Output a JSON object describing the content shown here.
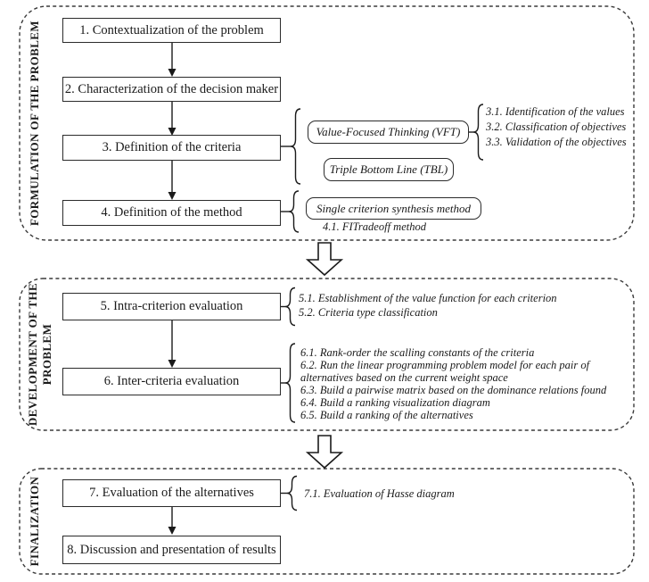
{
  "colors": {
    "line": "#1a1a1a",
    "background": "#ffffff"
  },
  "sections": {
    "formulation": {
      "title": "FORMULATION OF THE PROBLEM",
      "step1": "1. Contextualization of the problem",
      "step2": "2. Characterization of the decision maker",
      "step3": "3. Definition of the criteria",
      "step4": "4. Definition of the method",
      "method_vft": "Value-Focused Thinking (VFT)",
      "method_tbl": "Triple Bottom Line (TBL)",
      "method_scsm": "Single criterion synthesis method",
      "substeps3": {
        "s31": "3.1. Identification of the values",
        "s32": "3.2. Classification of objectives",
        "s33": "3.3. Validation of the objectives"
      },
      "substep41": "4.1. FITradeoff method"
    },
    "development": {
      "title": "DEVELOPMENT OF THE PROBLEM",
      "step5": "5. Intra-criterion evaluation",
      "step6": "6. Inter-criteria evaluation",
      "substeps5": {
        "s51": "5.1. Establishment of the value function for each criterion",
        "s52": "5.2. Criteria type classification"
      },
      "substeps6": {
        "s61": "6.1. Rank-order the scalling constants of the criteria",
        "s62": "6.2. Run the linear programming problem model for each pair of alternatives based on the current weight space",
        "s63": "6.3. Build a pairwise matrix based on the dominance relations found",
        "s64": "6.4. Build a ranking visualization diagram",
        "s65": "6.5. Build a ranking of the alternatives"
      }
    },
    "finalization": {
      "title": "FINALIZATION",
      "step7": "7. Evaluation of the alternatives",
      "step8": "8. Discussion and presentation of results",
      "substep71": "7.1. Evaluation of Hasse diagram"
    }
  }
}
